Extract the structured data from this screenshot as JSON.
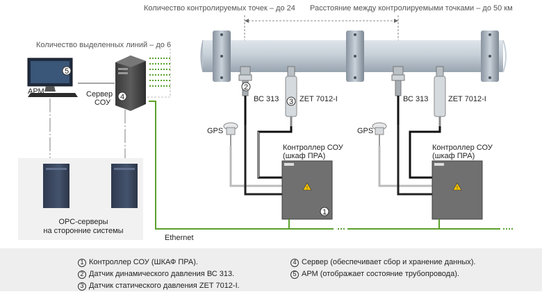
{
  "top": {
    "points_count": "Количество контролируемых точек – до 24",
    "distance": "Расстояние между контролируемыми точками – до 50 км"
  },
  "lines_count": "Количество выделенных линий – до 6",
  "arm": {
    "label": "АРМ",
    "num": "5"
  },
  "server": {
    "label_line1": "Сервер",
    "label_line2": "СОУ",
    "num": "4"
  },
  "opc": {
    "line1": "ОРС-серверы",
    "line2": "на сторонние системы"
  },
  "ethernet": "Ethernet",
  "site1": {
    "sensor_dyn": "ВС 313",
    "sensor_dyn_num": "2",
    "sensor_stat": "ZET 7012-I",
    "sensor_stat_num": "3",
    "gps": "GPS",
    "controller_line1": "Контроллер СОУ",
    "controller_line2": "(шкаф ПРА)",
    "controller_num": "1"
  },
  "site2": {
    "sensor_dyn": "ВС 313",
    "sensor_stat": "ZET 7012-I",
    "gps": "GPS",
    "controller_line1": "Контроллер СОУ",
    "controller_line2": "(шкаф ПРА)"
  },
  "legend": {
    "items": [
      {
        "num": "1",
        "text": "Контроллер СОУ (ШКАФ ПРА)."
      },
      {
        "num": "2",
        "text": "Датчик динамического давления ВС 313."
      },
      {
        "num": "3",
        "text": "Датчик статического давления ZET 7012-I."
      },
      {
        "num": "4",
        "text": "Сервер (обеспечивает сбор и хранение данных)."
      },
      {
        "num": "5",
        "text": "АРМ (отображает состояние трубопровода)."
      }
    ]
  },
  "colors": {
    "line_green": "#5aa02c",
    "pipe": "#c3ccd5",
    "cabinet": "#6e6e6e",
    "server_blue": "#3e4b63"
  }
}
